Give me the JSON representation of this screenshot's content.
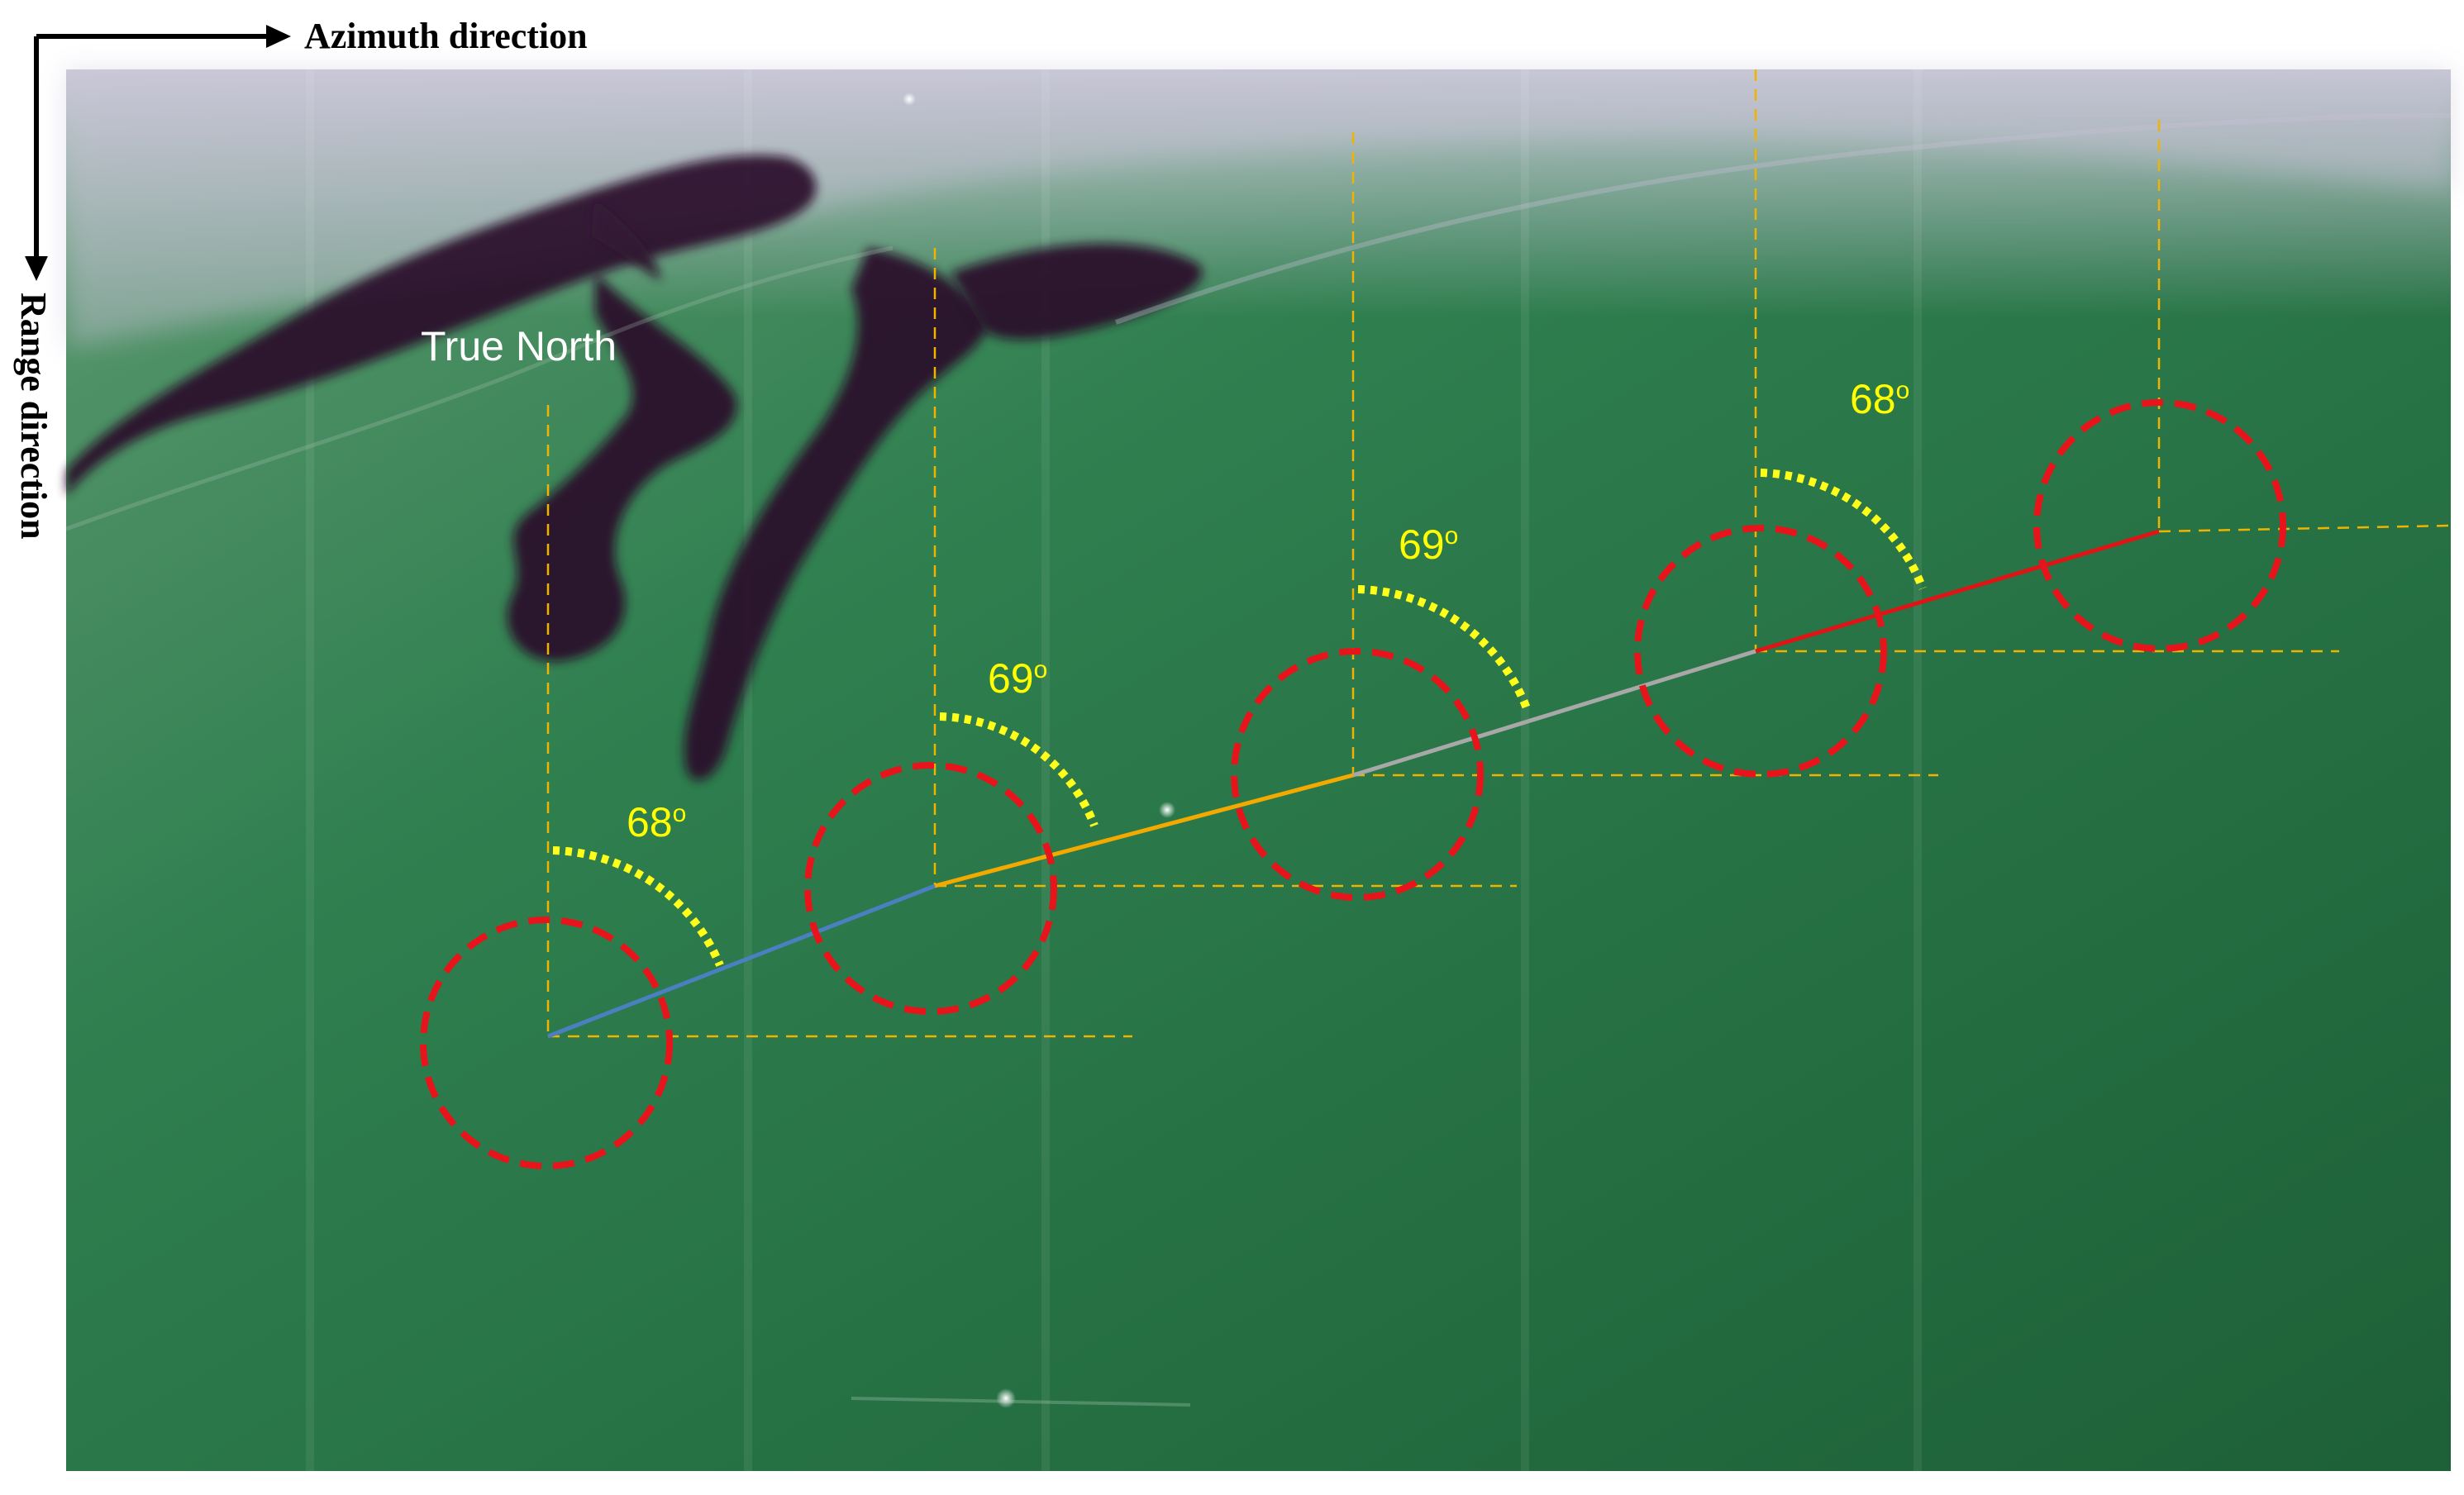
{
  "figure": {
    "azimuth_label": "Azimuth direction",
    "range_label": "Range direction",
    "north_label": "True North",
    "angles": [
      {
        "value": "68",
        "unit": "o"
      },
      {
        "value": "69",
        "unit": "o"
      },
      {
        "value": "69",
        "unit": "o"
      },
      {
        "value": "68",
        "unit": "o"
      }
    ],
    "colors": {
      "sea": "#2f7a4c",
      "slick": "#2a0f2a",
      "circle": "#e8141b",
      "reference_line": "#f0b400",
      "angle_arc": "#ffff1a",
      "segment_1": "#4a7fc0",
      "segment_2": "#f2a900",
      "segment_3": "#a8a8a8",
      "segment_4": "#e01414"
    }
  }
}
